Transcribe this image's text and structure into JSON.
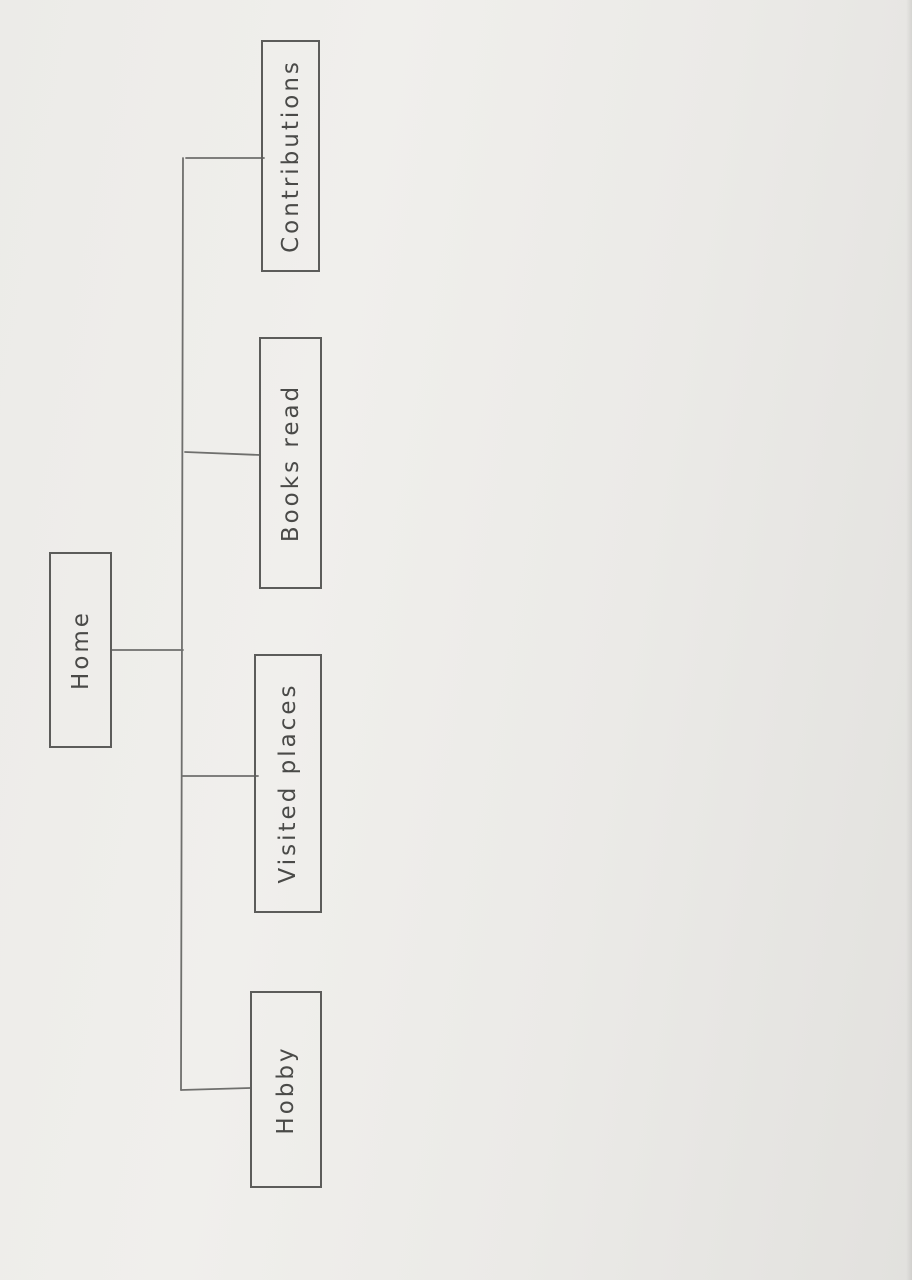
{
  "diagram": {
    "root": {
      "label": "Home"
    },
    "children": [
      {
        "label": "Hobby"
      },
      {
        "label": "Visited places"
      },
      {
        "label": "Books read"
      },
      {
        "label": "Contributions"
      }
    ]
  },
  "colors": {
    "paper": "#ecebe8",
    "pencil": "#5c5c5a"
  }
}
